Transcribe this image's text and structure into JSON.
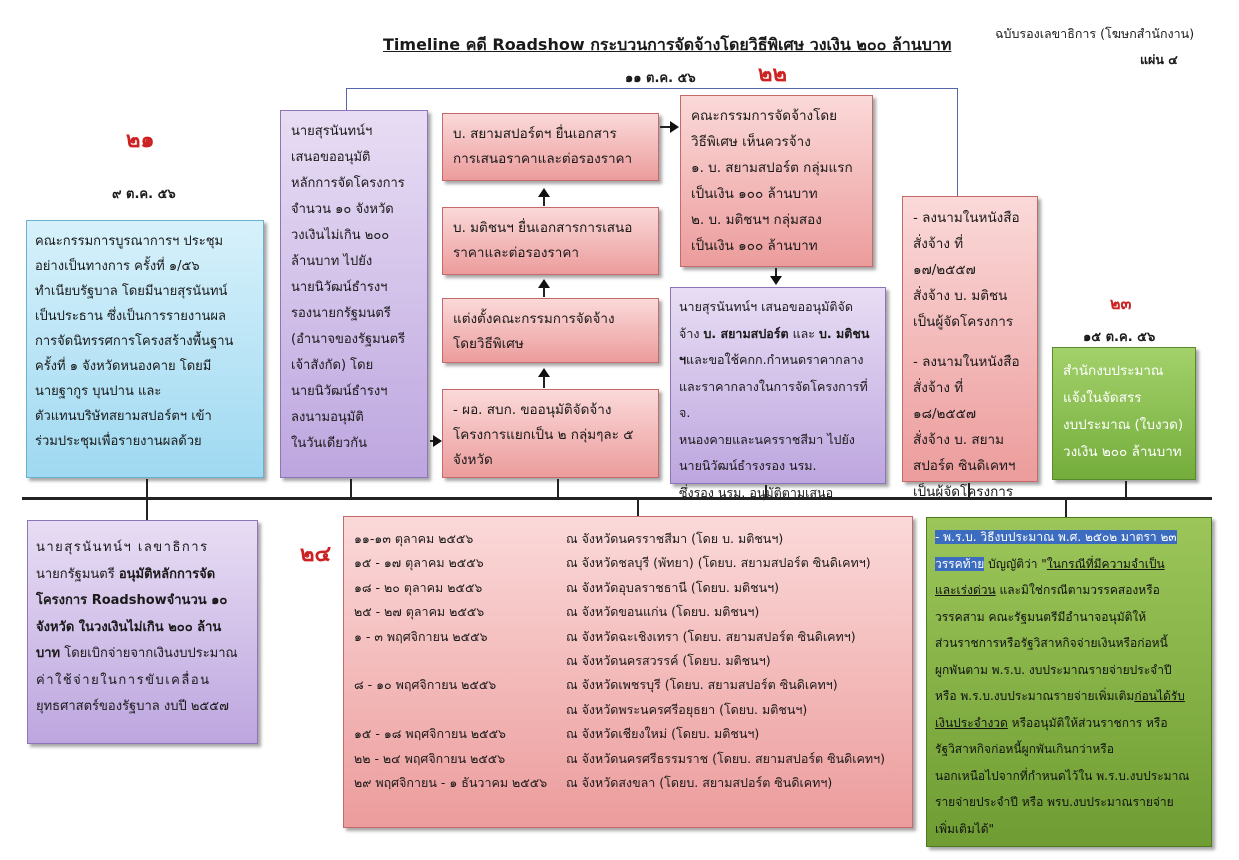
{
  "header": {
    "title": "Timeline คดี Roadshow กระบวนการจัดจ้างโดยวิธีพิเศษ วงเงิน ๒๐๐ ล้านบาท",
    "version": "ฉบับรองเลขาธิการ (โฆษกสำนักงาน)",
    "sheet": "แผ่น ๔",
    "top_date": "๑๑ ต.ค. ๕๖"
  },
  "steps": {
    "s21": {
      "num": "๒๑",
      "date": "๙ ต.ค. ๕๖"
    },
    "s22": {
      "num": "๒๒"
    },
    "s23": {
      "num": "๒๓",
      "date": "๑๕ ต.ค. ๕๖"
    },
    "s24": {
      "num": "๒๔"
    }
  },
  "boxes": {
    "committee_meeting": [
      "คณะกรรมการบูรณาการฯ ประชุม",
      "อย่างเป็นทางการ ครั้งที่ ๑/๕๖",
      "ทำเนียบรัฐบาล โดยมีนายสุรนันทน์",
      "เป็นประธาน ซึ่งเป็นการรายงานผล",
      "การจัดนิทรรศการโครงสร้างพื้นฐาน",
      "ครั้งที่ ๑ จังหวัดหนองคาย โดยมี",
      "นายฐากูร บุนปาน และ",
      "ตัวแทนบริษัทสยามสปอร์ตฯ เข้า",
      "ร่วมประชุมเพื่อรายงานผลด้วย"
    ],
    "surananthan_propose": [
      "นายสุรนันทน์ฯ",
      "เสนอขออนุมัติ",
      "หลักการจัดโครงการ",
      "จำนวน ๑๐ จังหวัด",
      "วงเงินไม่เกิน ๒๐๐",
      "ล้านบาท ไปยัง",
      "นายนิวัฒน์ธำรงฯ",
      "รองนายกรัฐมนตรี",
      "(อำนาจของรัฐมนตรี",
      "เจ้าสังกัด) โดย",
      "นายนิวัฒน์ธำรงฯ",
      "ลงนามอนุมัติ",
      "ในวันเดียวกัน"
    ],
    "director_approve": [
      "- ผอ. สบก. ขออนุมัติจัดจ้าง",
      "โครงการแยกเป็น ๒ กลุ่มๆละ ๕",
      "จังหวัด"
    ],
    "appoint_committee": [
      "แต่งตั้งคณะกรรมการจัดจ้าง",
      "โดยวิธีพิเศษ"
    ],
    "matichon_submit": [
      "บ. มติชนฯ ยื่นเอกสารการเสนอ",
      "ราคาและต่อรองราคา"
    ],
    "siamsport_submit": [
      "บ. สยามสปอร์ตฯ ยื่นเอกสาร",
      "การเสนอราคาและต่อรองราคา"
    ],
    "committee_agree": [
      "คณะกรรมการจัดจ้างโดย",
      "วิธีพิเศษ เห็นควรจ้าง",
      "๑. บ. สยามสปอร์ต กลุ่มแรก",
      "เป็นเงิน ๑๐๐ ล้านบาท",
      "๒. บ. มติชนฯ กลุ่มสอง",
      "เป็นเงิน ๑๐๐ ล้านบาท"
    ],
    "propose_hire": {
      "p1": "นายสุรนันทน์ฯ เสนอขออนุมัติจัด",
      "p2a": "จ้าง",
      "p2b": "บ. สยามสปอร์ต",
      "p2c": "และ",
      "p2d": "บ. มติชน",
      "p3a": "ฯ",
      "p3b": "และขอใช้คกก.กำหนดราคากลาง",
      "p4": "และราคากลางในการจัดโครงการที่จ.",
      "p5": "หนองคายและนครราชสีมา ไปยัง",
      "p6": "นายนิวัฒน์ธำรงรอง นรม.",
      "p7": "ซึ่งรอง นรม. อนุมัติตามเสนอ"
    },
    "sign_orders": [
      "- ลงนามในหนังสือ",
      "สั่งจ้าง ที่ ๑๗/๒๕๕๗",
      "สั่งจ้าง บ. มติชน",
      "เป็นผู้จัดโครงการ",
      "",
      "- ลงนามในหนังสือ",
      "สั่งจ้าง ที่ ๑๘/๒๕๕๗",
      "สั่งจ้าง บ. สยาม",
      "สปอร์ต ซินดิเคทฯ",
      "เป็นผู้จัดโครงการ"
    ],
    "budget_office": [
      "สำนักงบประมาณ",
      "แจ้งในจัดสรร",
      "งบประมาณ (ใบงวด)",
      "วงเงิน ๒๐๐ ล้านบาท"
    ],
    "secretary_approve": {
      "l1": "นายสุรนันทน์ฯ เลขาธิการ",
      "l2a": "นายกรัฐมนตรี ",
      "l2b": "อนุมัติหลักการจัด",
      "l3": "โครงการ Roadshowจำนวน ๑๐",
      "l4": "จังหวัด ในวงเงินไม่เกิน ๒๐๐ ล้าน",
      "l5a": "บาท",
      "l5b": " โดยเบิกจ่ายจากเงินงบประมาณ",
      "l6": "ค่าใช้จ่ายในการขับเคลื่อน",
      "l7": "ยุทธศาสตร์ของรัฐบาล งบปี ๒๕๕๗"
    },
    "budget_law": {
      "h1": "- พ.ร.บ. วิธีงบประมาณ พ.ศ. ๒๕๐๒ มาตรา ๒๓",
      "h2": "วรรคท้าย",
      "t2": " บัญญัติว่า \"",
      "u2": "ในกรณีที่มีความจำเป็น",
      "u3": "และเร่งด่วน",
      "t3": " และมิใช่กรณีตามวรรคสองหรือ",
      "l4": "วรรคสาม คณะรัฐมนตรีมีอำนาจอนุมัติให้",
      "l5": "ส่วนราชการหรือรัฐวิสาหกิจจ่ายเงินหรือก่อหนี้",
      "l6": "ผูกพันตาม พ.ร.บ. งบประมาณรายจ่ายประจำปี",
      "t7": "หรือ พ.ร.บ.งบประมาณรายจ่ายเพิ่มเติม",
      "u7": "ก่อนได้รับ",
      "u8": "เงินประจำงวด",
      "t8": " หรืออนุมัติให้ส่วนราชการ หรือ",
      "l9": "รัฐวิสาหกิจก่อหนี้ผูกพันเกินกว่าหรือ",
      "l10": "นอกเหนือไปจากที่กำหนดไว้ใน พ.ร.บ.งบประมาณ",
      "l11": "รายจ่ายประจำปี หรือ พรบ.งบประมาณรายจ่าย",
      "l12": "เพิ่มเติมได้\""
    }
  },
  "schedule": [
    {
      "date": "๑๑-๑๓ ตุลาคม ๒๕๕๖",
      "place": "ณ จังหวัดนครราชสีมา (โดย บ. มติชนฯ)"
    },
    {
      "date": "๑๕ - ๑๗ ตุลาคม ๒๕๕๖",
      "place": "ณ จังหวัดชลบุรี (พัทยา) (โดยบ. สยามสปอร์ต ซินดิเคทฯ)"
    },
    {
      "date": "๑๘ - ๒๐ ตุลาคม ๒๕๕๖",
      "place": "ณ จังหวัดอุบลราชธานี (โดยบ. มติชนฯ)"
    },
    {
      "date": "๒๕ - ๒๗ ตุลาคม ๒๕๕๖",
      "place": "ณ จังหวัดขอนแก่น (โดยบ. มติชนฯ)"
    },
    {
      "date": "๑ - ๓ พฤศจิกายน ๒๕๕๖",
      "place": "ณ จังหวัดฉะเชิงเทรา (โดยบ. สยามสปอร์ต ซินดิเคทฯ)"
    },
    {
      "date": "",
      "place": "ณ จังหวัดนครสวรรค์ (โดยบ. มติชนฯ)"
    },
    {
      "date": "๘ - ๑๐ พฤศจิกายน ๒๕๕๖",
      "place": "ณ จังหวัดเพชรบุรี (โดยบ. สยามสปอร์ต ซินดิเคทฯ)"
    },
    {
      "date": "",
      "place": "ณ จังหวัดพระนครศรีอยุธยา (โดยบ. มติชนฯ)"
    },
    {
      "date": "๑๕ - ๑๘ พฤศจิกายน ๒๕๕๖",
      "place": "ณ จังหวัดเชียงใหม่ (โดยบ. มติชนฯ)"
    },
    {
      "date": "๒๒ - ๒๔ พฤศจิกายน ๒๕๕๖",
      "place": "ณ จังหวัดนครศรีธรรมราช (โดยบ. สยามสปอร์ต ซินดิเคทฯ)"
    },
    {
      "date": "๒๙ พฤศจิกายน - ๑ ธันวาคม ๒๕๕๖",
      "place": "ณ จังหวัดสงขลา (โดยบ. สยามสปอร์ต ซินดิเคทฯ)"
    }
  ],
  "colors": {
    "step_number": "#cc2222",
    "timeline": "#222222",
    "connector": "#5566aa"
  }
}
